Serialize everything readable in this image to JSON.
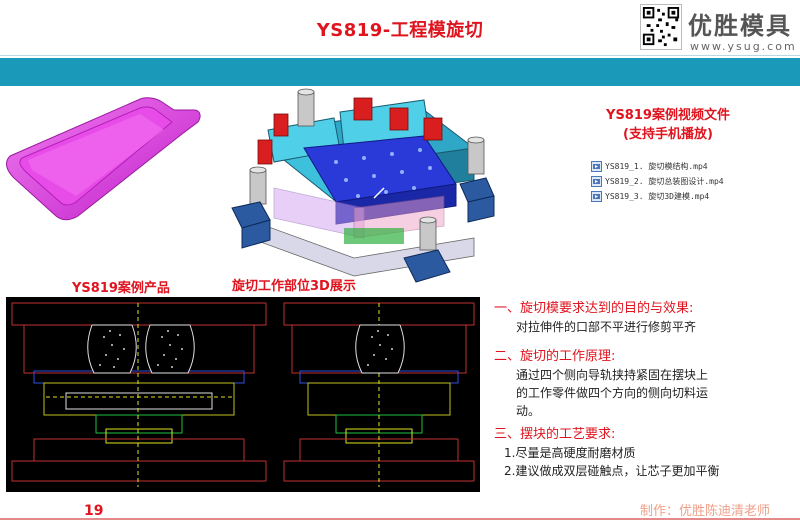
{
  "header": {
    "title": "YS819-工程模旋切",
    "brand_name": "优胜模具",
    "brand_url": "www.ysug.com"
  },
  "captions": {
    "product": "YS819案例产品",
    "assembly_3d": "旋切工作部位3D展示"
  },
  "videos": {
    "title_line1": "YS819案例视频文件",
    "title_line2": "(支持手机播放)",
    "files": [
      "YS819_1. 旋切模结构.mp4",
      "YS819_2. 旋切总装图设计.mp4",
      "YS819_3. 旋切3D建模.mp4"
    ]
  },
  "notes": {
    "s1_title": "一、旋切模要求达到的目的与效果:",
    "s1_text": "对拉伸件的口部不平进行修剪平齐",
    "s2_title": "二、旋切的工作原理:",
    "s2_text_1": "通过四个侧向导轨挟持紧固在摆块上",
    "s2_text_2": "的工作零件做四个方向的侧向切料运",
    "s2_text_3": "动。",
    "s3_title": "三、摆块的工艺要求:",
    "s3_item1": "1.尽量是高硬度耐磨材质",
    "s3_item2": "2.建议做成双层碰触点，让芯子更加平衡"
  },
  "footer": {
    "page_number": "19",
    "credit": "制作：优胜陈迪清老师"
  },
  "colors": {
    "accent_red": "#e0141e",
    "band_teal": "#1a9ab8",
    "product_magenta": "#e43ee4"
  },
  "icons": {
    "video_file": "video-file-icon",
    "qr": "qr-code-icon"
  }
}
